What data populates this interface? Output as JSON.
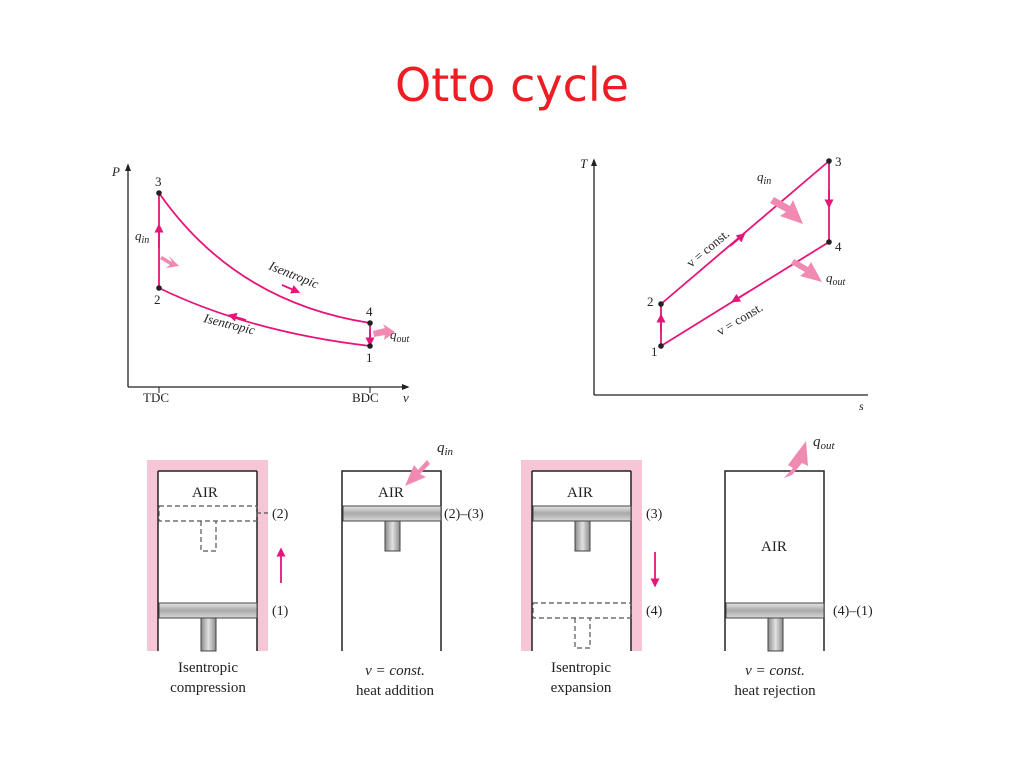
{
  "slide": {
    "title": "Otto cycle",
    "colors": {
      "title": "#ee1c23",
      "curve": "#e6157a",
      "arrow_heat": "#f08ab2",
      "cylinder_wall": "#f7c6d6",
      "piston": "#b8b8b8"
    }
  },
  "pv_diagram": {
    "y_axis": "P",
    "x_axis": "v",
    "tick_tdc": "TDC",
    "tick_bdc": "BDC",
    "points": {
      "p1": "1",
      "p2": "2",
      "p3": "3",
      "p4": "4"
    },
    "label_qin_main": "q",
    "label_qin_sub": "in",
    "label_qout_main": "q",
    "label_qout_sub": "out",
    "upper_curve": "Isentropic",
    "lower_curve": "Isentropic"
  },
  "ts_diagram": {
    "y_axis": "T",
    "x_axis": "s",
    "points": {
      "p1": "1",
      "p2": "2",
      "p3": "3",
      "p4": "4"
    },
    "upper_line": "v = const.",
    "lower_line": "v = const.",
    "label_qin_main": "q",
    "label_qin_sub": "in",
    "label_qout_main": "q",
    "label_qout_sub": "out"
  },
  "processes": [
    {
      "gas": "AIR",
      "pos_top": "(2)",
      "pos_bottom": "(1)",
      "caption_line1": "Isentropic",
      "caption_line2": "compression"
    },
    {
      "gas": "AIR",
      "pos": "(2)–(3)",
      "heat_main": "q",
      "heat_sub": "in",
      "caption_line1": "v = const.",
      "caption_line2": "heat addition"
    },
    {
      "gas": "AIR",
      "pos_top": "(3)",
      "pos_bottom": "(4)",
      "caption_line1": "Isentropic",
      "caption_line2": "expansion"
    },
    {
      "gas": "AIR",
      "pos": "(4)–(1)",
      "heat_main": "q",
      "heat_sub": "out",
      "caption_line1": "v = const.",
      "caption_line2": "heat rejection"
    }
  ]
}
